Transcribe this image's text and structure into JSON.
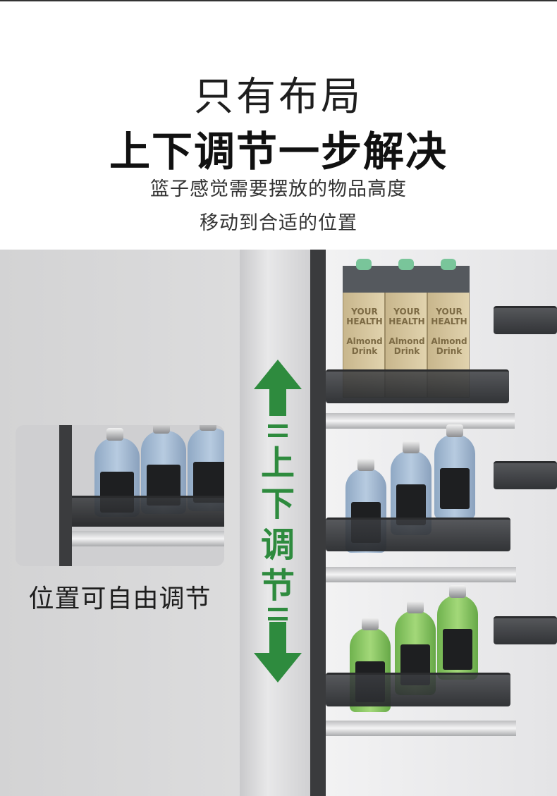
{
  "header": {
    "title_light": "只有布局",
    "title_bold": "上下调节一步解决",
    "subtitle_line1": "篮子感觉需要摆放的物品高度",
    "subtitle_line2": "移动到合适的位置"
  },
  "arrow_label": "上下调节",
  "inset": {
    "caption": "位置可自由调节"
  },
  "product_text": {
    "carton_line1": "YOUR",
    "carton_line2": "HEALTH",
    "carton_line3": "Almond",
    "carton_line4": "Drink"
  },
  "colors": {
    "accent_green": "#2e8b3e",
    "cabinet_dark": "#3a3b3d"
  }
}
